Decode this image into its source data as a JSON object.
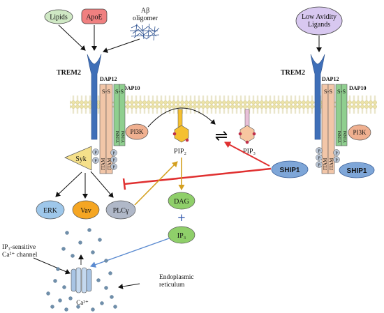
{
  "colors": {
    "lipids": "#cfe8c4",
    "apoe": "#f08080",
    "ligands": "#d8c8f0",
    "trem2": "#3f6fb8",
    "dap12": "#f2c6a8",
    "dap10": "#8fcf8f",
    "pi3k": "#f0b090",
    "syk": "#f5e08a",
    "erk": "#9ec7ea",
    "vav": "#f5a623",
    "plc": "#b0b8c8",
    "dag": "#8fcf6a",
    "ip3": "#8fcf6a",
    "ship1": "#7ea6d8",
    "p_circle": "#b8c4d4",
    "membrane": "#f0e6b8",
    "pip_shape": "#f7c6a0",
    "pip_tag": "#f5c030",
    "inhibit_red": "#e03030",
    "activate_gold": "#d4a020",
    "ip3_blue": "#5a8ad0"
  },
  "ligands_left": {
    "lipids": "Lipids",
    "apoe": "ApoE",
    "abeta_line1": "Aβ",
    "abeta_line2": "oligomer"
  },
  "ligands_right": {
    "low_avidity_line1": "Low Avidity",
    "low_avidity_line2": "Ligands"
  },
  "receptor_labels": {
    "trem2_left": "TREM2",
    "trem2_right": "TREM2",
    "dap12_left": "DAP12",
    "dap12_right": "DAP12",
    "dap10_left": "DAP10",
    "dap10_right": "DAP10",
    "ss": "S-S",
    "itam": "ITAM",
    "yinm": "YINM",
    "pi3k": "PI3K",
    "p": "P"
  },
  "signaling": {
    "syk": "Syk",
    "erk": "ERK",
    "vav": "Vav",
    "plc": "PLCγ",
    "pip2": "PIP₂",
    "pip3": "PIP₃",
    "dag": "DAG",
    "plus": "+",
    "ip3": "IP₃",
    "ship1": "SHIP1",
    "equilibrium": "⇌"
  },
  "er": {
    "channel_line1": "IP₃-sensitive",
    "channel_line2": "Ca²⁺ channel",
    "er_line1": "Endoplasmic",
    "er_line2": "reticulum",
    "ca": "Ca²⁺"
  }
}
